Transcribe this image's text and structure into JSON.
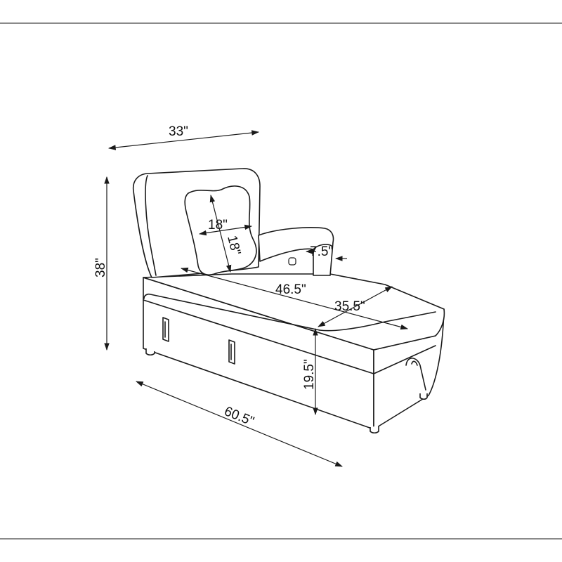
{
  "diagram": {
    "dimensions": {
      "width_top": "33\"",
      "height": "38\"",
      "pillow_width": "18\"",
      "pillow_height": "18\"",
      "arm_height": "7.5\"",
      "seat_depth": "46.5\"",
      "chaise_width": "35.5\"",
      "seat_height": "19.5\"",
      "length": "60.5\""
    },
    "colors": {
      "line": "#1a1a1a",
      "background": "#ffffff"
    }
  }
}
